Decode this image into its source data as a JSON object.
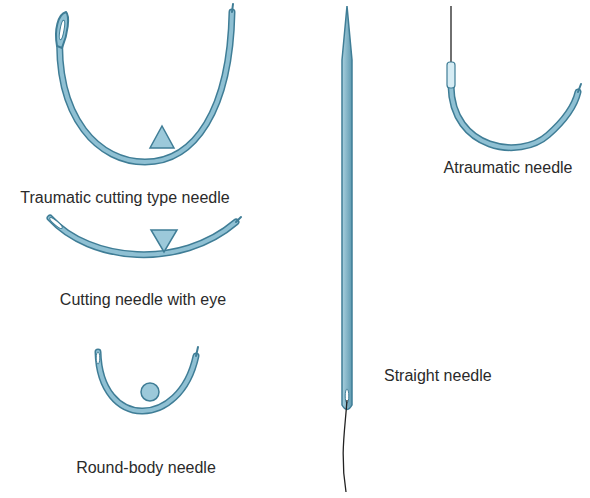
{
  "diagram": {
    "labels": [
      "Traumatic cutting type needle",
      "Atraumatic needle",
      "Cutting needle with eye",
      "Straight needle",
      "Round-body needle"
    ]
  }
}
